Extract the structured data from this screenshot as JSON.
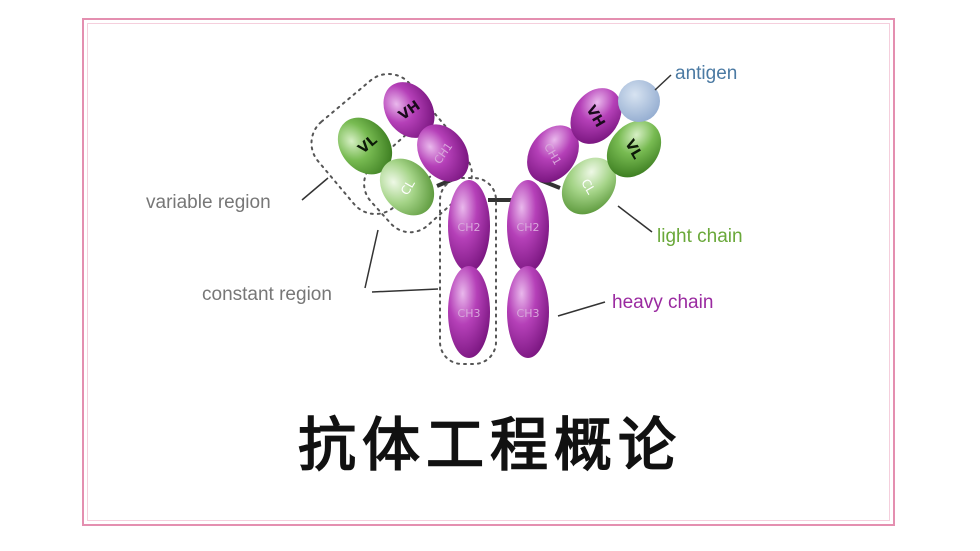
{
  "diagram": {
    "labels": {
      "antigen": "antigen",
      "variable_region": "variable region",
      "constant_region": "constant region",
      "light_chain": "light chain",
      "heavy_chain": "heavy chain"
    },
    "domains": {
      "vh": "VH",
      "vl": "VL",
      "ch1": "CH1",
      "cl": "CL",
      "ch2": "CH2",
      "ch3": "CH3"
    },
    "colors": {
      "heavy": "#a22aa8",
      "light": "#5fa53a",
      "antigen": "#9fb6d6",
      "label_gray": "#777777",
      "label_green": "#6aa83a",
      "label_purple": "#9a2aa0",
      "label_blue": "#4b7aa3",
      "frame": "#e48fb0"
    }
  },
  "title": "抗体工程概论"
}
